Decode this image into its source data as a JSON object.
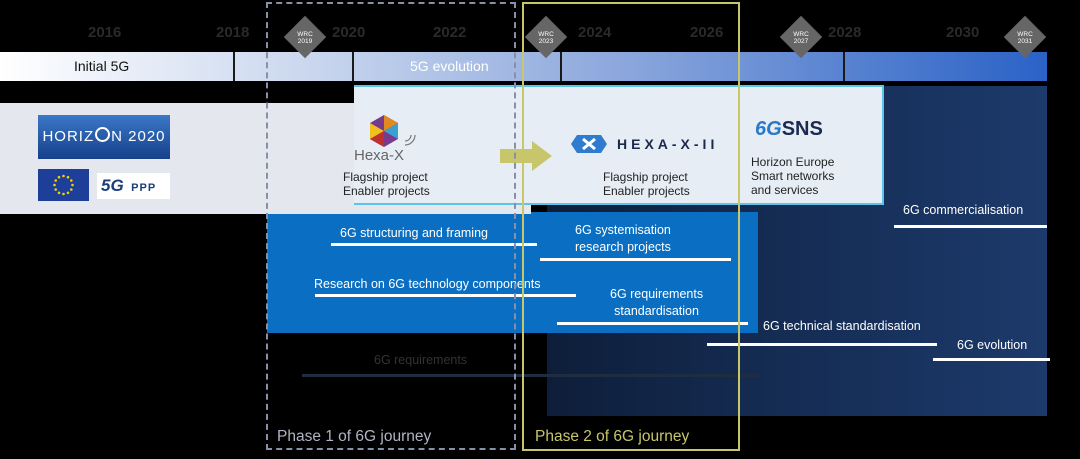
{
  "years": [
    "2016",
    "2018",
    "2020",
    "2022",
    "2024",
    "2026",
    "2028",
    "2030"
  ],
  "wrc": [
    {
      "line1": "WRC",
      "line2": "2019"
    },
    {
      "line1": "WRC",
      "line2": "2023"
    },
    {
      "line1": "WRC",
      "line2": "2027"
    },
    {
      "line1": "WRC",
      "line2": "2031"
    }
  ],
  "timeline": {
    "initial": "Initial 5G",
    "evolution": "5G evolution"
  },
  "logos": {
    "horizon": "HORIZ",
    "horizon2": "N 2020",
    "fiveg_ppp": "5G",
    "fiveg_ppp2": "PPP",
    "hexax": "Hexa-X",
    "hexax2": "HEXA-X-II",
    "sns_6g": "6G",
    "sns": "SNS"
  },
  "projects": {
    "hexax_desc1": "Flagship project",
    "hexax_desc2": "Enabler projects",
    "hexax2_desc1": "Flagship project",
    "hexax2_desc2": "Enabler projects",
    "sns_desc1": "Horizon Europe",
    "sns_desc2": "Smart networks",
    "sns_desc3": "and services"
  },
  "activities": {
    "structuring": "6G structuring and framing",
    "systemisation1": "6G systemisation",
    "systemisation2": "research projects",
    "commercialisation": "6G commercialisation",
    "research": "Research on 6G technology components",
    "requirements_std1": "6G requirements",
    "requirements_std2": "standardisation",
    "tech_std": "6G technical standardisation",
    "evolution": "6G evolution",
    "requirements": "6G requirements"
  },
  "phases": {
    "phase1": "Phase 1 of 6G journey",
    "phase2": "Phase 2 of 6G journey"
  },
  "colors": {
    "phase1_border": "#8a8fa8",
    "phase2_border": "#c8c66a",
    "blue_band": "#0a6fc2",
    "navy": "#1c3a6b"
  }
}
